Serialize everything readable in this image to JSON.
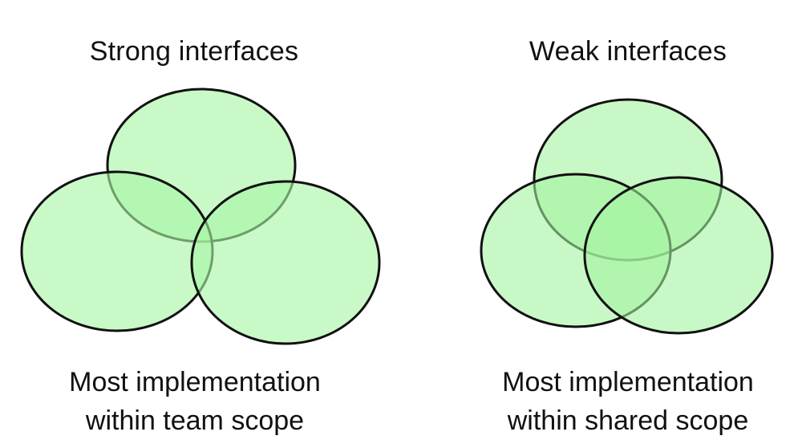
{
  "diagrams": [
    {
      "title": "Strong interfaces",
      "caption_line1": "Most implementation",
      "caption_line2": "within team scope"
    },
    {
      "title": "Weak interfaces",
      "caption_line1": "Most implementation",
      "caption_line2": "within shared scope"
    }
  ],
  "colors": {
    "circle_fill": "#b8f7b4",
    "overlap_fill": "#6ee86a",
    "center_fill": "#4ce848",
    "stroke": "#111111"
  }
}
